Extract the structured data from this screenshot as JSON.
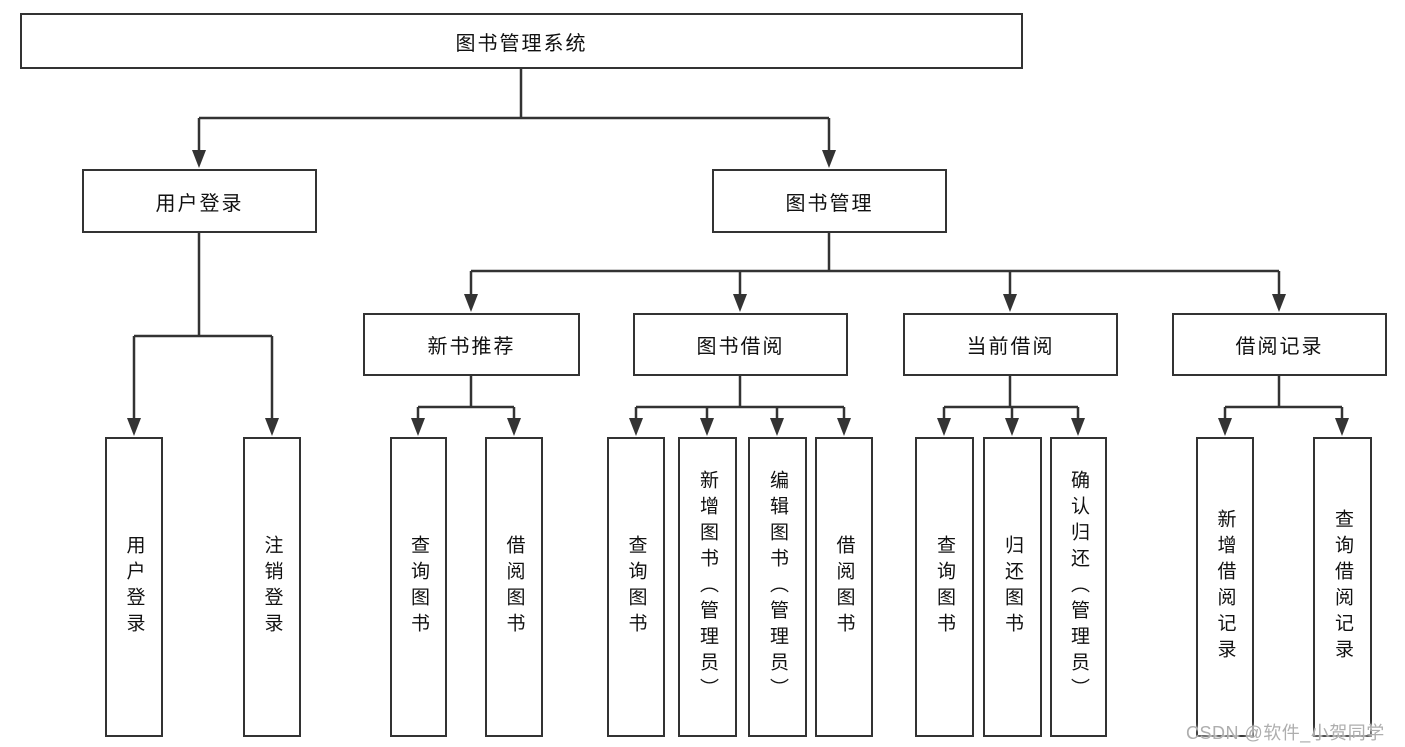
{
  "diagram": {
    "root": "图书管理系统",
    "level2": {
      "user_login": "用户登录",
      "book_management": "图书管理"
    },
    "level3": {
      "new_book_recommendation": "新书推荐",
      "book_borrowing": "图书借阅",
      "current_borrowing": "当前借阅",
      "borrowing_records": "借阅记录"
    },
    "leaves": {
      "user_login": [
        "用户登录",
        "注销登录"
      ],
      "new_book_recommendation": [
        "查询图书",
        "借阅图书"
      ],
      "book_borrowing": [
        "查询图书",
        "新增图书（管理员）",
        "编辑图书（管理员）",
        "借阅图书"
      ],
      "current_borrowing": [
        "查询图书",
        "归还图书",
        "确认归还（管理员）"
      ],
      "borrowing_records": [
        "新增借阅记录",
        "查询借阅记录"
      ]
    }
  },
  "watermark": "CSDN @软件_小贺同学",
  "colors": {
    "line": "#333333",
    "box_border": "#333333",
    "box_background": "#ffffff",
    "text": "#111111",
    "watermark": "#aeaeae"
  }
}
